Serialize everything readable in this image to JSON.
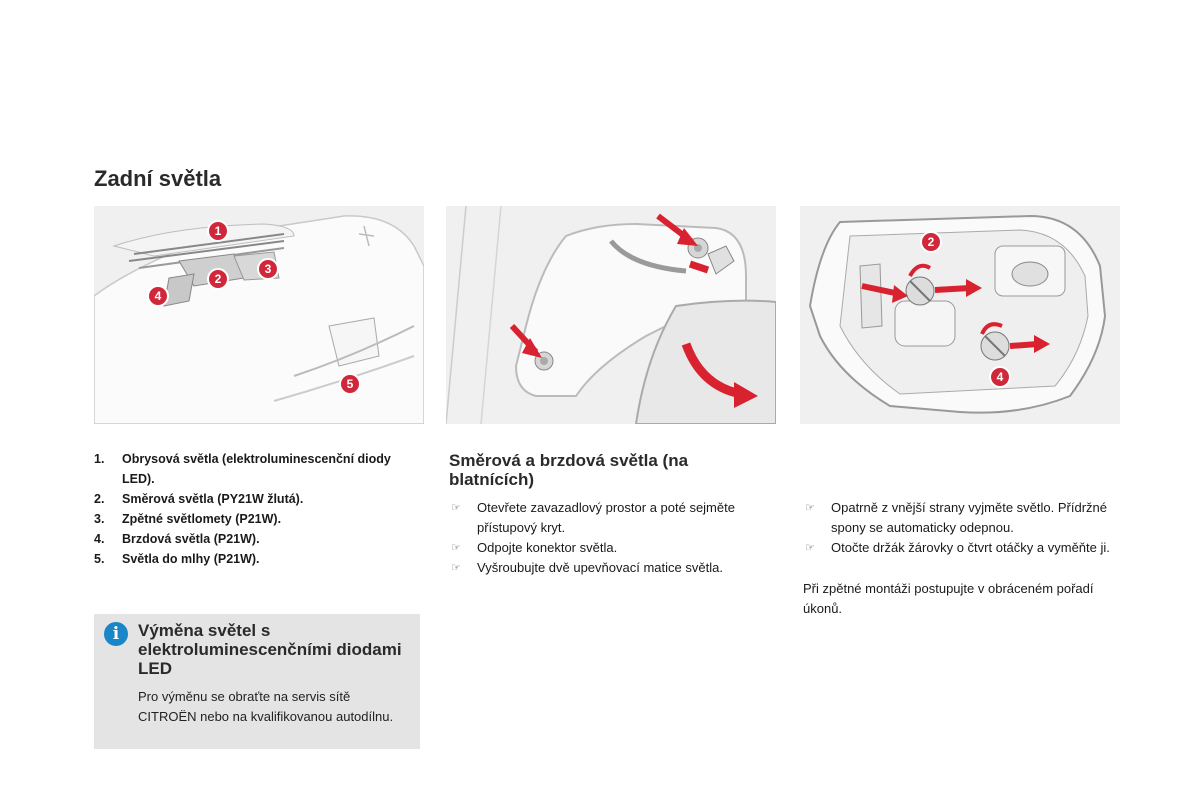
{
  "page": {
    "title": "Zadní světla"
  },
  "figures": {
    "fig1_callouts": [
      "1",
      "2",
      "3",
      "4",
      "5"
    ],
    "fig3_callouts": [
      "2",
      "4"
    ]
  },
  "legend": [
    {
      "num": "1.",
      "text": "Obrysová světla (elektroluminescenční diody LED)."
    },
    {
      "num": "2.",
      "text": "Směrová světla (PY21W žlutá)."
    },
    {
      "num": "3.",
      "text": "Zpětné světlomety (P21W)."
    },
    {
      "num": "4.",
      "text": "Brzdová světla (P21W)."
    },
    {
      "num": "5.",
      "text": "Světla do mlhy (P21W)."
    }
  ],
  "info_box": {
    "icon": "info-icon",
    "title": "Výměna světel s elektroluminescenčními diodami LED",
    "text": "Pro výměnu se obraťte na servis sítě CITROËN nebo na kvalifikovanou autodílnu."
  },
  "section": {
    "title": "Směrová a brzdová světla (na blatnících)",
    "steps_left": [
      "Otevřete zavazadlový prostor a poté sejměte přístupový kryt.",
      "Odpojte konektor světla.",
      "Vyšroubujte dvě upevňovací matice světla."
    ],
    "steps_right": [
      "Opatrně z vnější strany vyjměte světlo. Přídržné spony se automaticky odepnou.",
      "Otočte držák žárovky o čtvrt otáčky a vyměňte ji."
    ],
    "closing": "Při zpětné montáži postupujte v obráceném pořadí úkonů."
  },
  "colors": {
    "callout_red": "#d0283a",
    "arrow_red": "#d9222f",
    "info_blue": "#1a86c8",
    "box_grey": "#e4e4e4"
  }
}
